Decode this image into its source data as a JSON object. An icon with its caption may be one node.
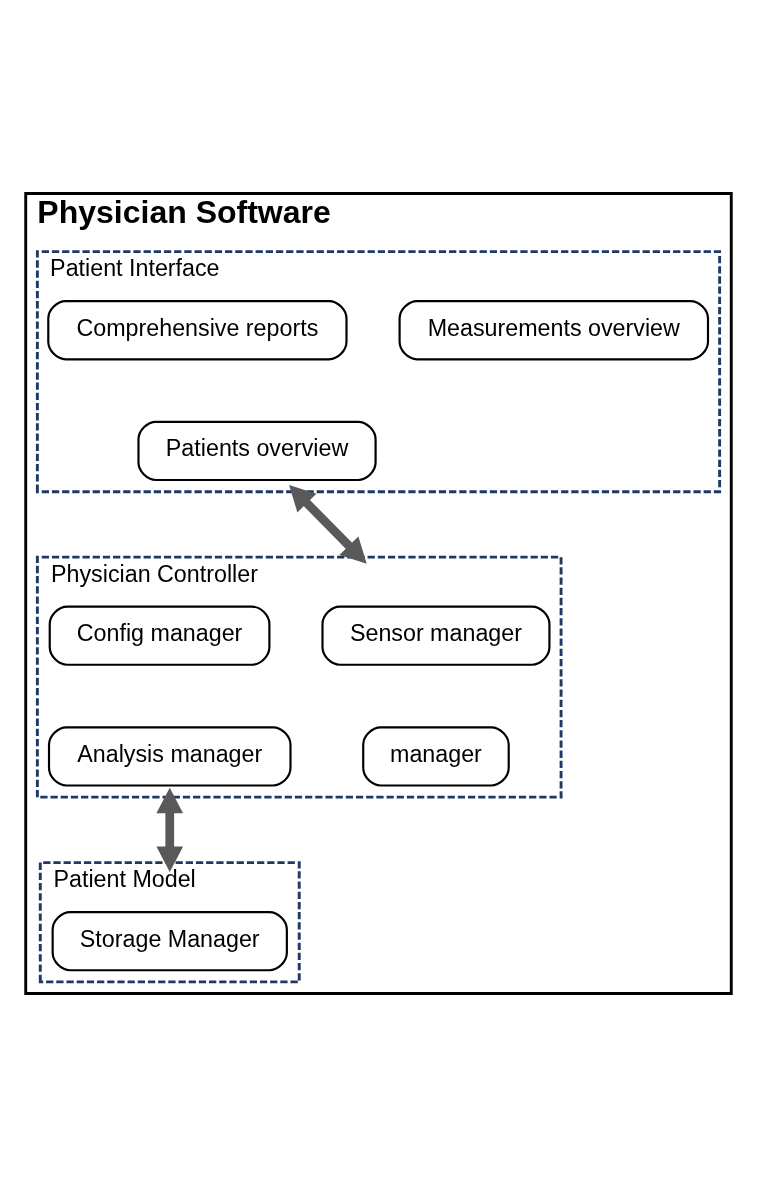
{
  "diagram": {
    "nodes": [
      {
        "text": [
          "Physician Software"
        ]
      },
      {
        "text": [
          "Patient Interface"
        ],
        "in": 0
      },
      {
        "text": [
          "Measurements overview"
        ],
        "in": 1
      },
      {
        "text": [
          "Comprehensive reports"
        ],
        "in": 1
      },
      {
        "text": [
          "Patients overview"
        ],
        "in": 1
      },
      {
        "text": [
          "Physician Controller"
        ],
        "in": 0
      },
      {
        "text": [
          "Sensor manager"
        ],
        "in": 5
      },
      {
        "text": [
          "Config manager"
        ],
        "in": 5
      },
      {
        "text": [
          "manager"
        ],
        "in": 5
      },
      {
        "text": [
          "Analysis manager"
        ],
        "in": 5
      },
      {
        "text": [
          "Patient Model"
        ],
        "in": 0
      },
      {
        "text": [
          "Storage Manager"
        ],
        "in": 10
      }
    ],
    "edges": [
      {
        "from": 1,
        "to": 5,
        "arrow": "both"
      },
      {
        "from": 5,
        "to": 10,
        "arrow": "both"
      }
    ]
  }
}
